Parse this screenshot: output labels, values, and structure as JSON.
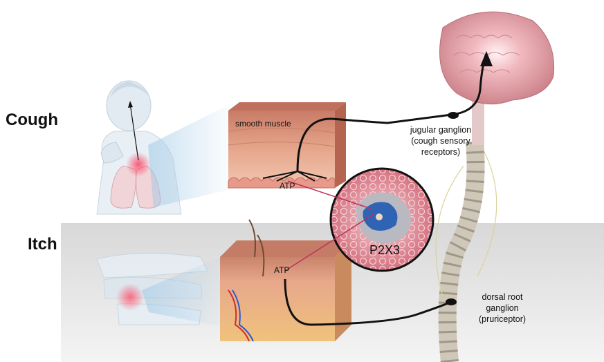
{
  "labels": {
    "cough": "Cough",
    "itch": "Itch",
    "smooth_muscle": "smooth muscle",
    "atp_airway": "ATP",
    "atp_skin": "ATP",
    "p2x3": "P2X3",
    "jugular": [
      "jugular ganglion",
      "(cough sensory",
      "receptors)"
    ],
    "dorsal": [
      "dorsal root",
      "ganglion",
      "(pruriceptor)"
    ]
  },
  "colors": {
    "itch_band": "#dcdcdc",
    "nerve": "#111111",
    "pointer": "#c0305a",
    "brain": "#e9aab0",
    "receptor": "#2f63b3",
    "tissue": "#d9927e"
  },
  "icons": [
    "person-coughing-icon",
    "lungs-icon",
    "brain-icon",
    "spine-icon",
    "skin-block-icon",
    "airway-block-icon",
    "receptor-icon"
  ]
}
